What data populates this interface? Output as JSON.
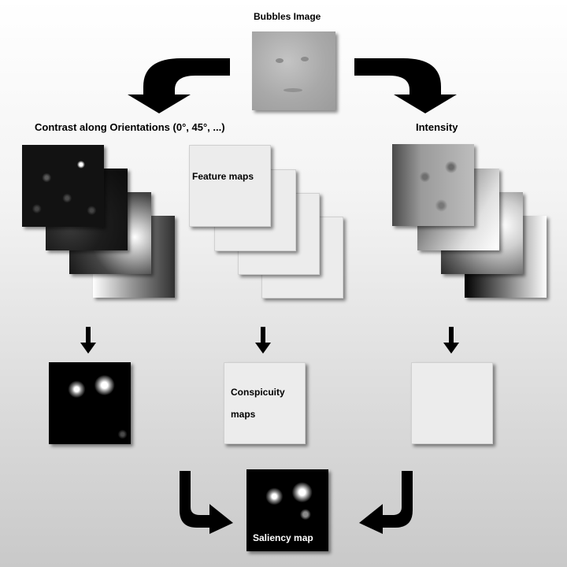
{
  "labels": {
    "bubbles_image": "Bubbles Image",
    "contrast_orientations": "Contrast along Orientations (0°, 45°, ...)",
    "intensity": "Intensity",
    "feature_maps": "Feature maps",
    "conspicuity_line1": "Conspicuity",
    "conspicuity_line2": "maps",
    "saliency_map": "Saliency map"
  },
  "icons": {
    "curved_arrow": "curved-arrow-icon",
    "down_arrow": "down-arrow-icon",
    "bent_arrow": "bent-arrow-icon"
  }
}
